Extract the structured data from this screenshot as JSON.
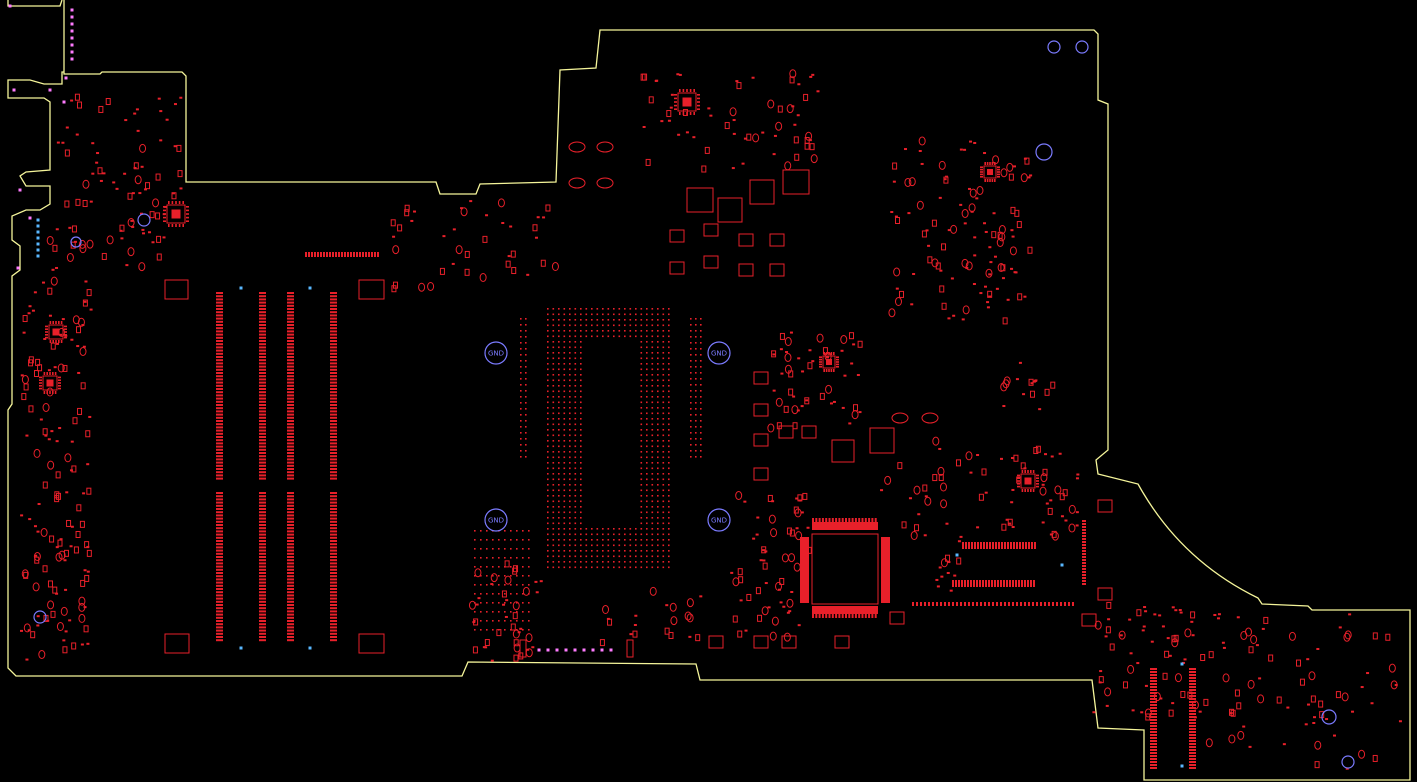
{
  "colors": {
    "background": "#000000",
    "outline": "#f5f59a",
    "pad": "#e8202a",
    "hole": "#7b7bff",
    "via_blue": "#5ab8ff",
    "via_magenta": "#ff7bff"
  },
  "mounting_holes": {
    "cpu_top_left": "GND",
    "cpu_top_right": "GND",
    "cpu_bottom_left": "GND",
    "cpu_bottom_right": "GND"
  }
}
